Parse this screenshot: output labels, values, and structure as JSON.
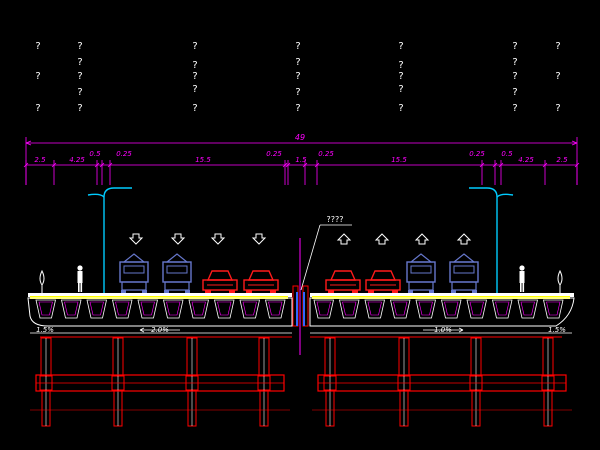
{
  "placeholder_notes": {
    "rows": [
      [
        "?",
        "?",
        "?",
        "?",
        "?",
        "?",
        "?"
      ],
      [
        "?",
        "?",
        "?",
        "?",
        "?"
      ],
      [
        "?",
        "?",
        "?",
        "?",
        "?",
        "?",
        "?"
      ],
      [
        "?",
        "?",
        "?",
        "?",
        "?"
      ],
      [
        "?",
        "?",
        "?",
        "?",
        "?",
        "?",
        "?"
      ]
    ]
  },
  "dimensions": {
    "overall": "49",
    "segments": [
      "2.5",
      "4.25",
      "0.5",
      "0.25",
      "15.5",
      "0.25",
      "1.5",
      "0.25",
      "15.5",
      "0.25",
      "0.5",
      "4.25",
      "2.5"
    ]
  },
  "median_note": "????",
  "slopes": {
    "left_outer": "1.5%",
    "left_deck": "2.0%",
    "right_deck": "1.0%",
    "right_outer": "1.5%"
  },
  "traffic": {
    "left_direction": "down",
    "right_direction": "up",
    "left_vehicles": [
      "truck",
      "truck",
      "car",
      "car"
    ],
    "right_vehicles": [
      "car",
      "car",
      "truck",
      "truck"
    ]
  },
  "colors": {
    "background": "#000000",
    "dimension": "#ff00ff",
    "structure": "#ff0000",
    "deck_fill": "#ffff00",
    "lamp": "#00ccff",
    "truck": "#6677cc",
    "car": "#ff1a1a",
    "text": "#ffffff"
  }
}
